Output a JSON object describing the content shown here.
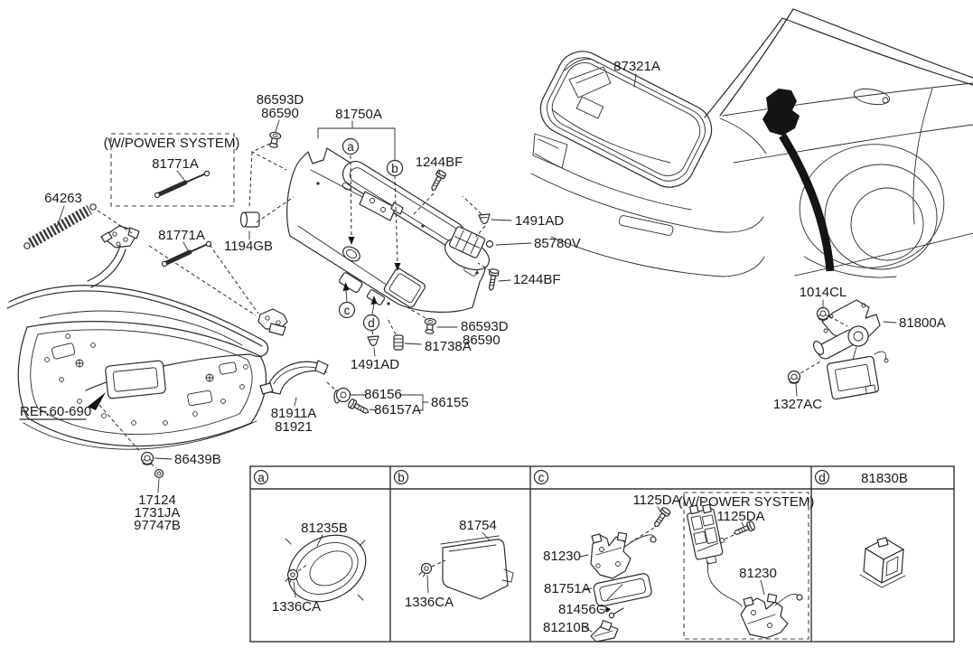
{
  "main": {
    "left": {
      "spring_label": "64263",
      "power_box": {
        "title": "(W/POWER SYSTEM)",
        "strut_label": "81771A"
      },
      "strut_label": "81771A",
      "ref_label": "REF.60-690",
      "nut_label": "86439B",
      "stud_labels": {
        "l1": "17124",
        "l2": "1731JA",
        "l3": "97747B"
      },
      "hinge_arm_labels": {
        "l1": "81911A",
        "l2": "81921"
      }
    },
    "center": {
      "panel_label": "81750A",
      "screw_top": {
        "l1": "86593D",
        "l2": "86590"
      },
      "grommet_label": "1194GB",
      "bolt_label_1": "1244BF",
      "clip_label_1": "1491AD",
      "handle_label": "85780V",
      "bolt_label_2": "1244BF",
      "clip_label_2": "1491AD",
      "screw_bottom": {
        "l1": "86593D",
        "l2": "86590"
      },
      "plug_label": "81738A",
      "fasteners": {
        "pin": "86156",
        "bolt": "86157A",
        "set": "86155"
      },
      "callouts": {
        "a": "a",
        "b": "b",
        "c": "c",
        "d": "d"
      }
    },
    "right": {
      "weatherstrip_label": "87321A",
      "nut_top_label": "1014CL",
      "latch_label": "81800A",
      "nut_bottom_label": "1327AC"
    }
  },
  "table": {
    "a": {
      "callout": "a",
      "ring_label": "81235B",
      "clip_label": "1336CA"
    },
    "b": {
      "callout": "b",
      "cover_label": "81754",
      "clip_label": "1336CA"
    },
    "c": {
      "callout": "c",
      "bolt_label": "1125DA",
      "latch_label": "81230",
      "cover_label": "81751A",
      "screw_label": "81456C",
      "bracket_label": "81210B",
      "power_box": {
        "title": "(W/POWER SYSTEM)",
        "bolt_label": "1125DA",
        "latch_label": "81230"
      }
    },
    "d": {
      "callout": "d",
      "part_label": "81830B"
    }
  }
}
